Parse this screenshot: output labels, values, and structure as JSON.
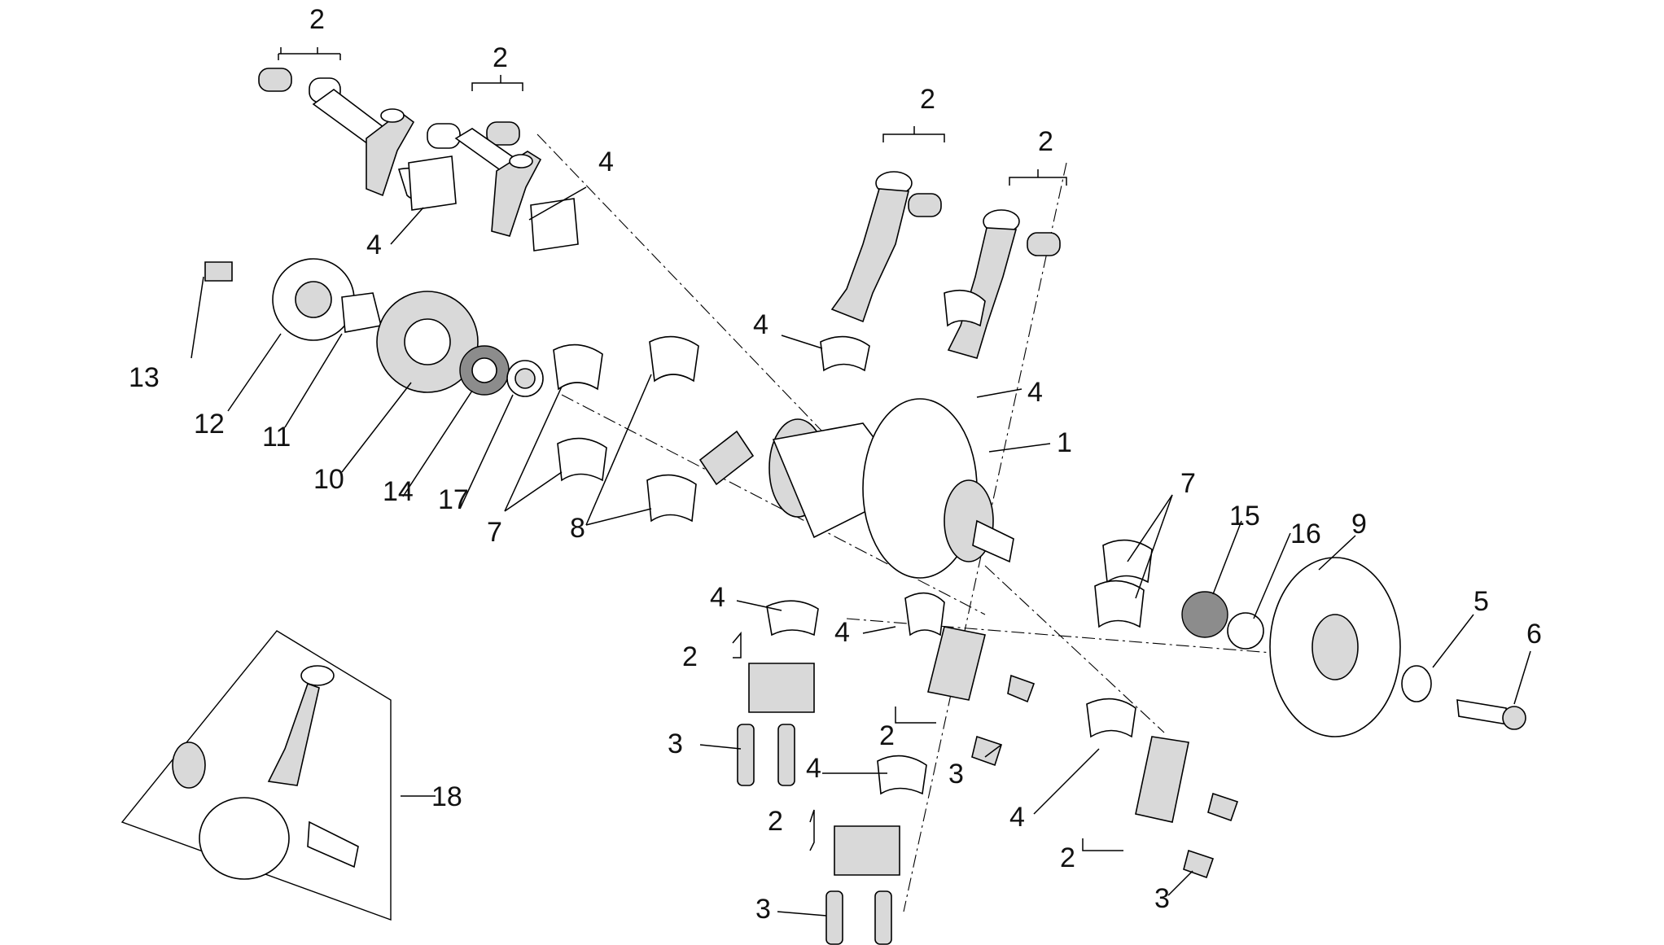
{
  "callouts": {
    "c1": "1",
    "c2a": "2",
    "c2b": "2",
    "c2c": "2",
    "c2d": "2",
    "c2e": "2",
    "c2f": "2",
    "c2g": "2",
    "c2h": "2",
    "c3a": "3",
    "c3b": "3",
    "c3c": "3",
    "c3d": "3",
    "c4a": "4",
    "c4b": "4",
    "c4c": "4",
    "c4d": "4",
    "c4e": "4",
    "c4f": "4",
    "c4g": "4",
    "c4h": "4",
    "c5": "5",
    "c6": "6",
    "c7a": "7",
    "c7b": "7",
    "c8": "8",
    "c9": "9",
    "c10": "10",
    "c11": "11",
    "c12": "12",
    "c13": "13",
    "c14": "14",
    "c15": "15",
    "c16": "16",
    "c17": "17",
    "c18": "18"
  }
}
